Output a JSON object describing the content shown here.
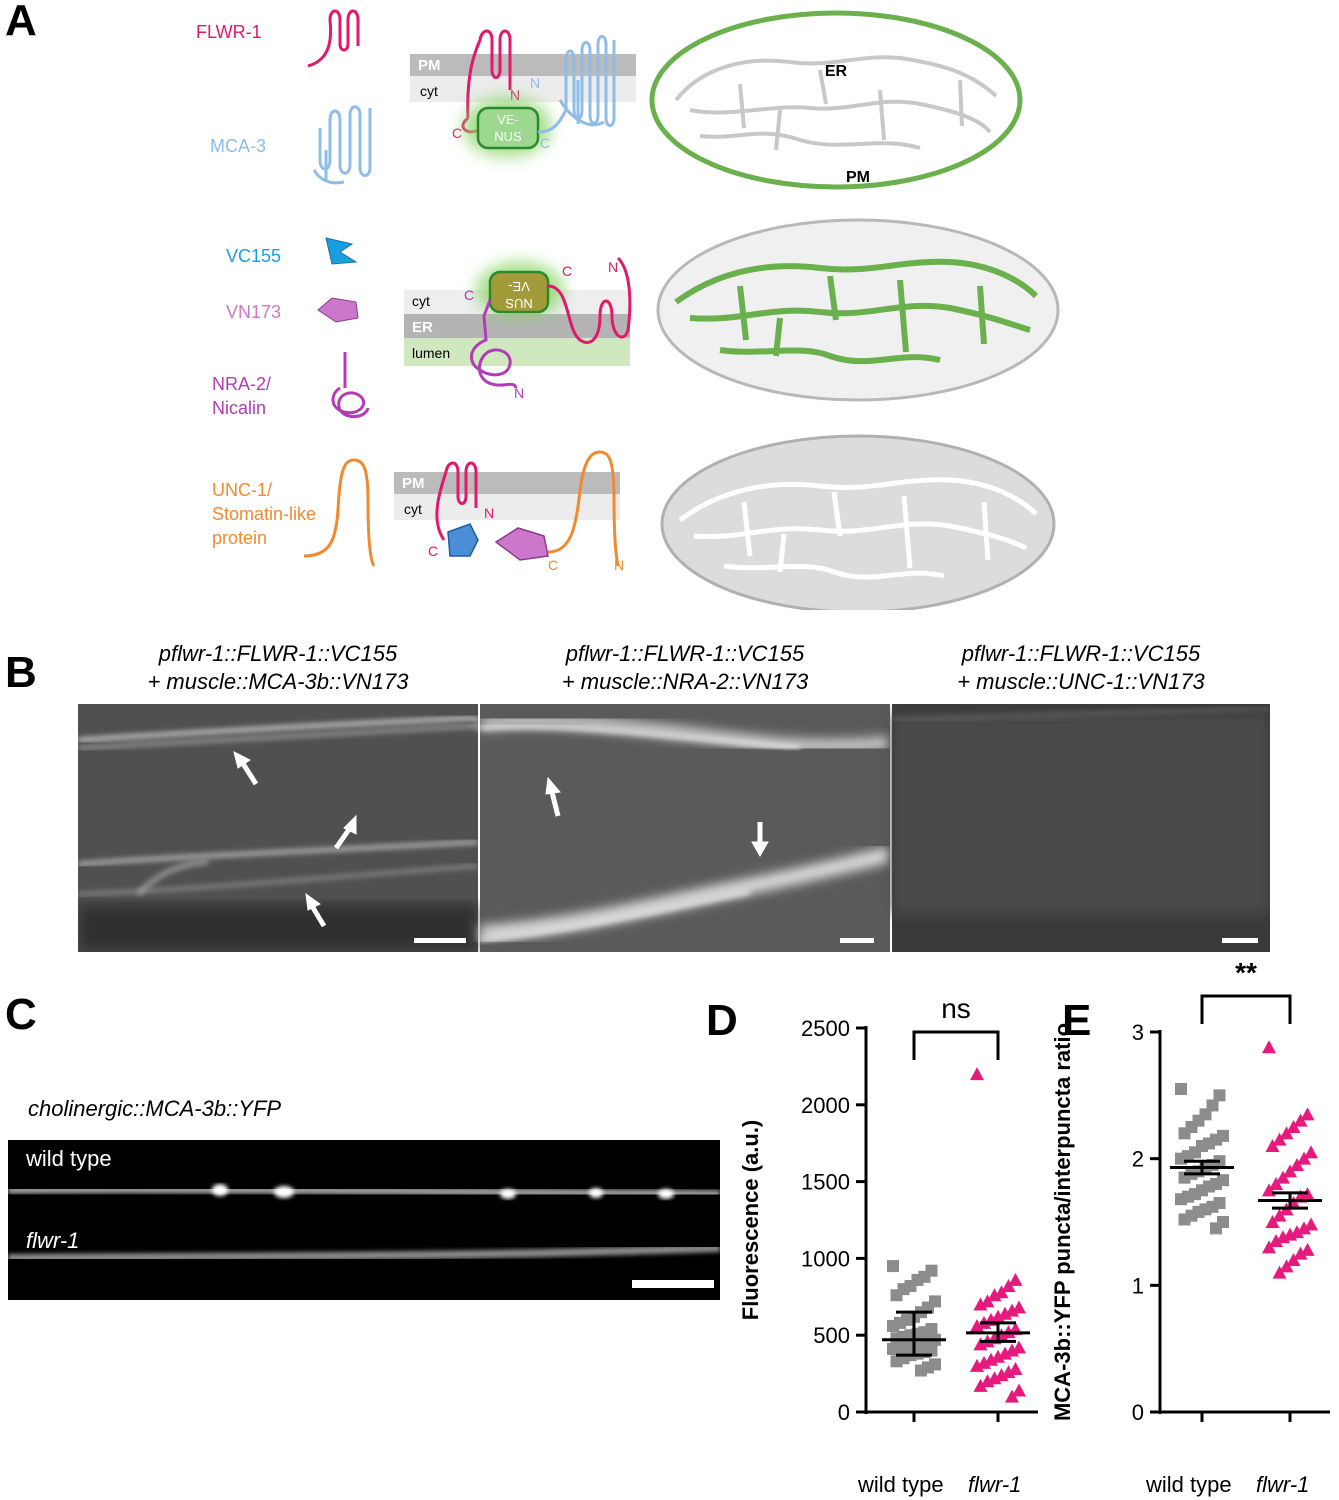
{
  "panels": {
    "a": "A",
    "b": "B",
    "c": "C",
    "d": "D",
    "e": "E"
  },
  "panel_a": {
    "flwr1": "FLWR-1",
    "mca3": "MCA-3",
    "vc155": "VC155",
    "vn173": "VN173",
    "nra2_line1": "NRA-2/",
    "nra2_line2": "Nicalin",
    "unc1_line1": "UNC-1/",
    "unc1_line2": "Stomatin-like",
    "unc1_line3": "protein",
    "pm": "PM",
    "cyt": "cyt",
    "er": "ER",
    "lumen": "lumen",
    "venus_1": "VE-",
    "venus_2": "NUS",
    "n": "N",
    "c": "C",
    "cell_er": "ER",
    "cell_pm": "PM",
    "colors": {
      "flwr1": "#e0196b",
      "mca3": "#8fbde8",
      "vc155": "#1a9fde",
      "vn173": "#cc77cc",
      "nra2": "#b23cb6",
      "unc1": "#f08a30",
      "venus": "#6ab04c"
    }
  },
  "panel_b": {
    "cap1_l1": "pflwr-1::FLWR-1::VC155",
    "cap1_l2": "+ muscle::MCA-3b::VN173",
    "cap2_l1": "pflwr-1::FLWR-1::VC155",
    "cap2_l2": "+ muscle::NRA-2::VN173",
    "cap3_l1": "pflwr-1::FLWR-1::VC155",
    "cap3_l2": "+ muscle::UNC-1::VN173"
  },
  "panel_c": {
    "title": "cholinergic::MCA-3b::YFP",
    "row1": "wild type",
    "row2": "flwr-1"
  },
  "chart_data": [
    {
      "panel": "D",
      "type": "scatter",
      "ylabel": "Fluorescence (a.u.)",
      "ylim": [
        0,
        2500
      ],
      "yticks": [
        0,
        500,
        1000,
        1500,
        2000,
        2500
      ],
      "categories": [
        "wild type",
        "flwr-1"
      ],
      "significance": "ns",
      "series": [
        {
          "name": "wild type",
          "marker": "square",
          "color": "#8c8c8c",
          "values": [
            950,
            920,
            880,
            860,
            820,
            800,
            760,
            720,
            680,
            650,
            620,
            600,
            580,
            560,
            540,
            520,
            510,
            500,
            490,
            480,
            470,
            460,
            450,
            440,
            430,
            420,
            410,
            400,
            390,
            380,
            370,
            350,
            330,
            310,
            290,
            270
          ],
          "median": 470,
          "error_low": 370,
          "error_high": 650
        },
        {
          "name": "flwr-1",
          "marker": "triangle",
          "color": "#e6197d",
          "values": [
            2200,
            860,
            820,
            780,
            760,
            720,
            700,
            680,
            660,
            640,
            620,
            600,
            580,
            560,
            540,
            520,
            500,
            480,
            460,
            440,
            420,
            400,
            380,
            360,
            340,
            320,
            300,
            280,
            260,
            240,
            220,
            200,
            170,
            140,
            100
          ],
          "median": 515,
          "error_low": 460,
          "error_high": 580
        }
      ]
    },
    {
      "panel": "E",
      "type": "scatter",
      "ylabel": "MCA-3b::YFP puncta/interpuncta ratio",
      "ylim": [
        0,
        3
      ],
      "yticks": [
        0,
        1,
        2,
        3
      ],
      "categories": [
        "wild type",
        "flwr-1"
      ],
      "significance": "**",
      "series": [
        {
          "name": "wild type",
          "marker": "square",
          "color": "#8c8c8c",
          "values": [
            2.55,
            2.5,
            2.42,
            2.35,
            2.3,
            2.25,
            2.2,
            2.18,
            2.15,
            2.12,
            2.1,
            2.05,
            2.02,
            2.0,
            1.98,
            1.95,
            1.93,
            1.9,
            1.88,
            1.85,
            1.83,
            1.8,
            1.78,
            1.75,
            1.72,
            1.7,
            1.68,
            1.65,
            1.62,
            1.6,
            1.58,
            1.55,
            1.52,
            1.5,
            1.45
          ],
          "mean": 1.93,
          "error_low": 1.88,
          "error_high": 1.98
        },
        {
          "name": "flwr-1",
          "marker": "triangle",
          "color": "#e6197d",
          "values": [
            2.88,
            2.35,
            2.3,
            2.25,
            2.2,
            2.15,
            2.1,
            2.05,
            2.0,
            1.95,
            1.9,
            1.85,
            1.8,
            1.75,
            1.72,
            1.7,
            1.65,
            1.6,
            1.55,
            1.5,
            1.48,
            1.45,
            1.42,
            1.4,
            1.38,
            1.35,
            1.3,
            1.28,
            1.25,
            1.2,
            1.15,
            1.1
          ],
          "mean": 1.67,
          "error_low": 1.61,
          "error_high": 1.73
        }
      ]
    }
  ],
  "axis_d": {
    "xt1": "wild type",
    "xt2": "flwr-1"
  },
  "axis_e": {
    "xt1": "wild type",
    "xt2": "flwr-1"
  }
}
